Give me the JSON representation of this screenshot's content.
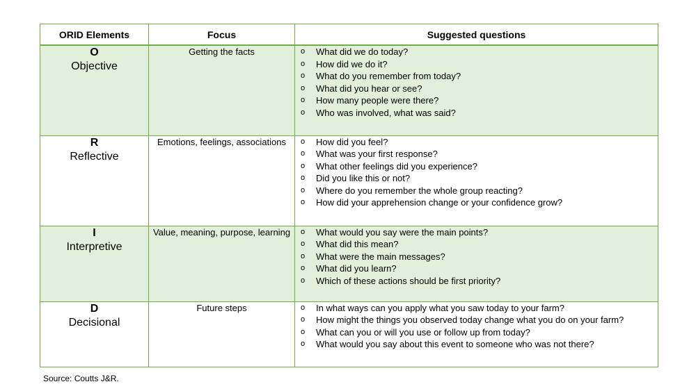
{
  "table": {
    "headers": [
      "ORID Elements",
      "Focus",
      "Suggested questions"
    ],
    "bullet_glyph": "o",
    "rows": [
      {
        "letter": "O",
        "element": "Objective",
        "focus": "Getting the facts",
        "questions": [
          "What did we do today?",
          "How did we do it?",
          "What do you remember from today?",
          "What did you hear or see?",
          "How many people were there?",
          "Who was involved, what was said?"
        ]
      },
      {
        "letter": "R",
        "element": "Reflective",
        "focus": "Emotions, feelings, associations",
        "questions": [
          "How did you feel?",
          "What was your first response?",
          "What other feelings did you experience?",
          "Did you like this or not?",
          "Where do you remember the whole group reacting?",
          "How did your apprehension change or your confidence grow?"
        ]
      },
      {
        "letter": "I",
        "element": "Interpretive",
        "focus": "Value, meaning, purpose, learning",
        "questions": [
          "What would you say were the main points?",
          "What did this mean?",
          "What were the main messages?",
          "What did you learn?",
          "Which of these actions should be first priority?"
        ]
      },
      {
        "letter": "D",
        "element": "Decisional",
        "focus": "Future steps",
        "questions": [
          "In what ways can you apply what you saw today to your farm?",
          "How might the things you observed today change what you do on your farm?",
          "What can you or will you use or follow up from today?",
          "What would you say about this event to someone who was not there?"
        ]
      }
    ]
  },
  "source": "Source: Coutts J&R.",
  "colors": {
    "border": "#70ad47",
    "shading": "#e2efda"
  }
}
